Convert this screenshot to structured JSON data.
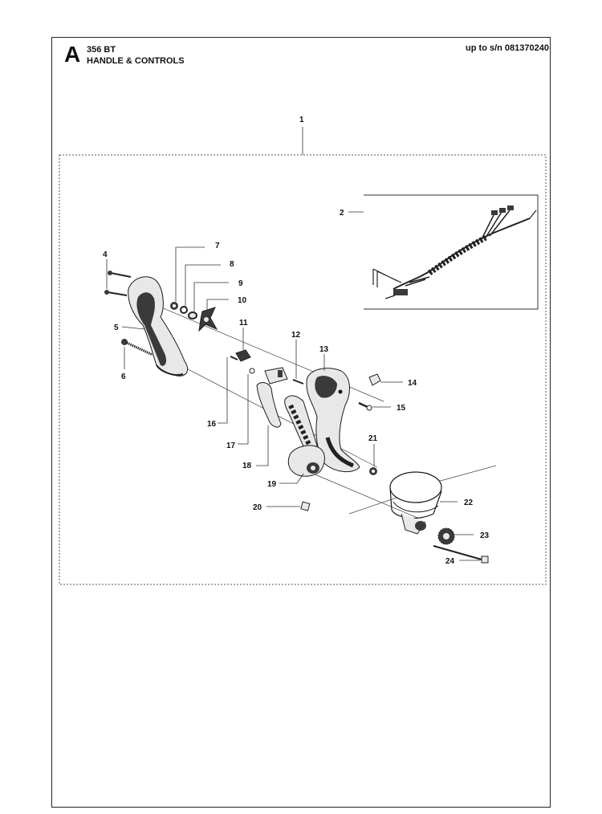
{
  "header": {
    "section_letter": "A",
    "model": "356 BT",
    "section_title": "HANDLE & CONTROLS",
    "serial_range": "up to s/n 081370240"
  },
  "diagram": {
    "callouts": [
      "1",
      "2",
      "4",
      "5",
      "6",
      "7",
      "8",
      "9",
      "10",
      "11",
      "12",
      "13",
      "14",
      "15",
      "16",
      "17",
      "18",
      "19",
      "20",
      "21",
      "22",
      "23",
      "24"
    ]
  },
  "colors": {
    "ink": "#1a1a1a",
    "part_fill": "#3a3a3a",
    "part_light": "#e8e8e8",
    "frame": "#222222"
  }
}
